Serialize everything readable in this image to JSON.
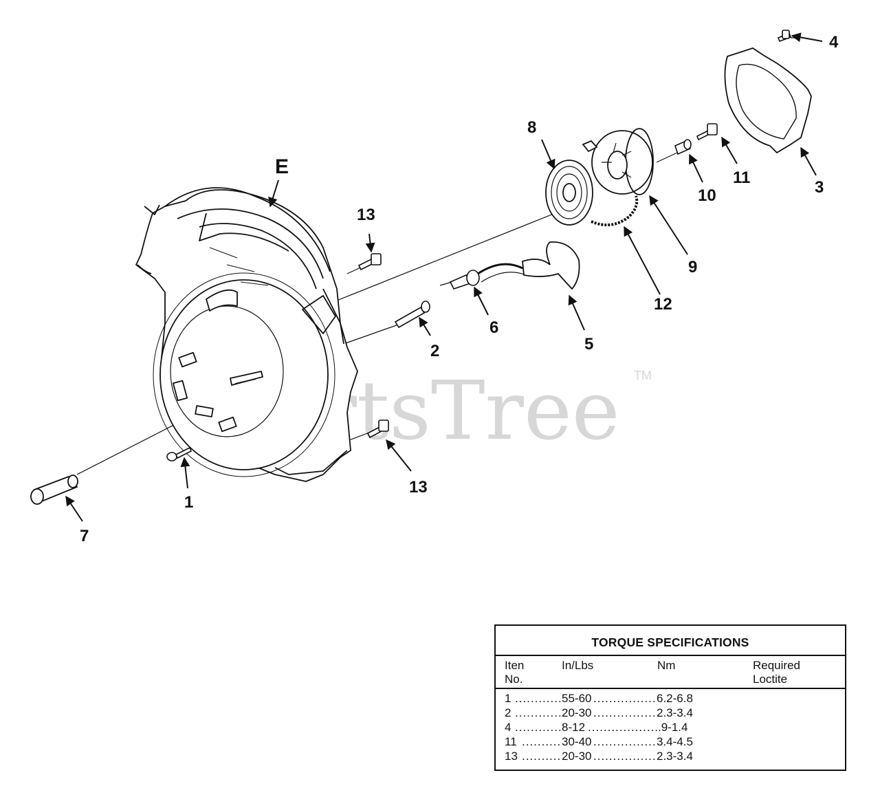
{
  "callouts": {
    "e": "E",
    "c1": "1",
    "c2": "2",
    "c3": "3",
    "c4": "4",
    "c5": "5",
    "c6": "6",
    "c7": "7",
    "c8": "8",
    "c9": "9",
    "c10": "10",
    "c11": "11",
    "c12": "12",
    "c13a": "13",
    "c13b": "13"
  },
  "watermark": {
    "text": "PartsTree",
    "trademark": "TM"
  },
  "torque_table": {
    "title": "TORQUE SPECIFICATIONS",
    "headers": {
      "item_line1": "Iten",
      "item_line2": "No.",
      "inlbs": "In/Lbs",
      "nm": "Nm",
      "loctite_line1": "Required",
      "loctite_line2": "Loctite"
    },
    "rows": [
      {
        "item": "1",
        "inlbs": "55-60",
        "nm": "6.2-6.8"
      },
      {
        "item": "2",
        "inlbs": "20-30",
        "nm": "2.3-3.4"
      },
      {
        "item": "4",
        "inlbs": "8-12",
        "nm": ".9-1.4"
      },
      {
        "item": "11",
        "inlbs": "30-40",
        "nm": "3.4-4.5"
      },
      {
        "item": "13",
        "inlbs": "20-30",
        "nm": "2.3-3.4"
      }
    ]
  },
  "colors": {
    "ink": "#111111",
    "watermark": "#d7d7d7"
  }
}
